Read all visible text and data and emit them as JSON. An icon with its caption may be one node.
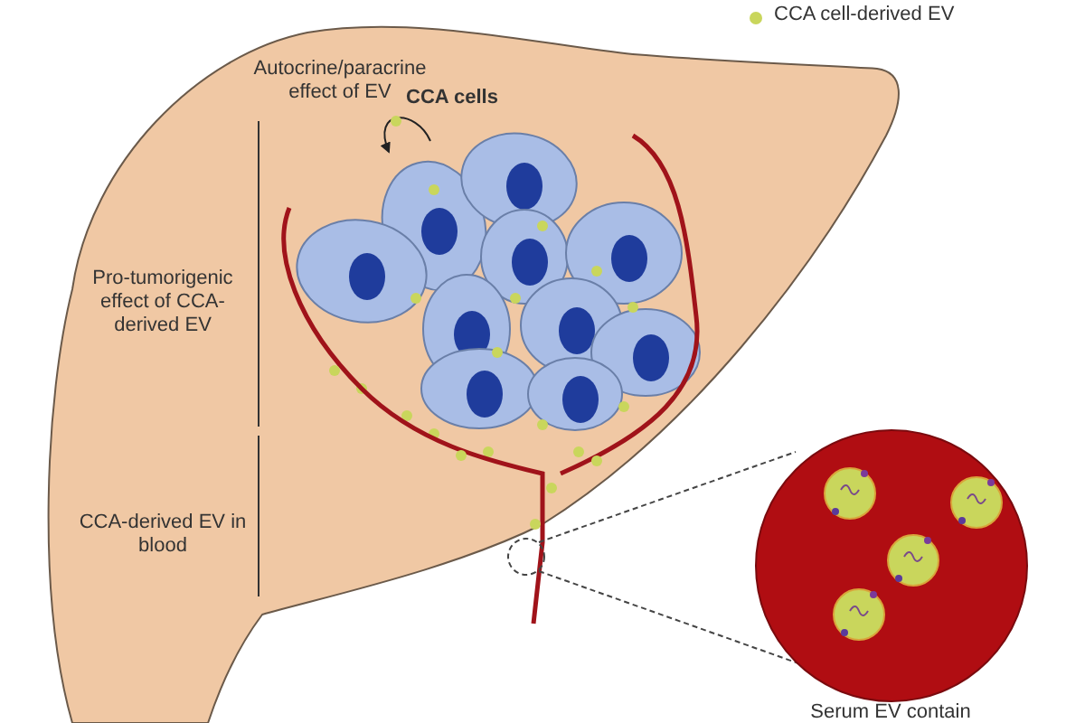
{
  "diagram": {
    "labels": [
      "Autocrine/paracrine effect of EV",
      "CCA cells",
      "Pro-tumorigenic effect of CCA-derived EV",
      "CCA-derived EV in blood",
      "Serum EV contain"
    ],
    "legend": [
      {
        "text": "CCA cell-derived EV",
        "color": "#c9d65c"
      }
    ]
  }
}
